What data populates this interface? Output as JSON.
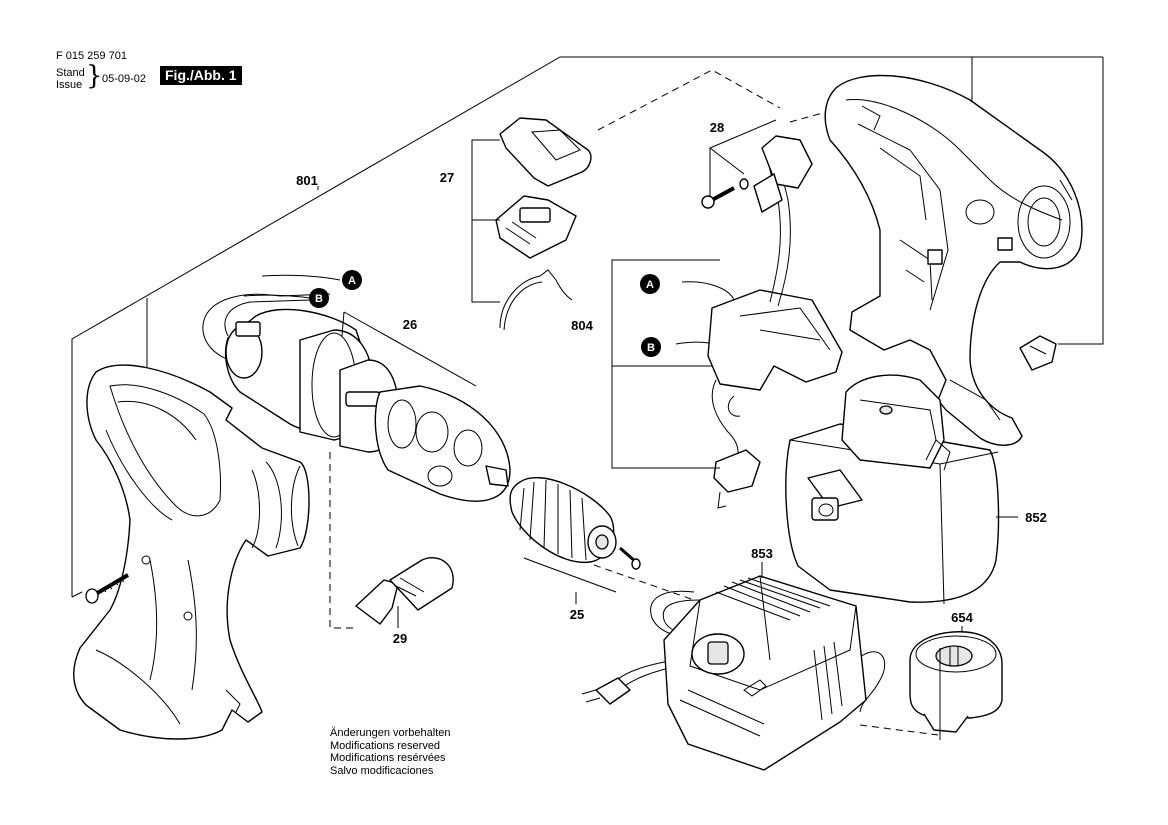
{
  "header": {
    "document_number": "F 015 259 701",
    "stand_label": "Stand",
    "issue_label": "Issue",
    "date": "05-09-02",
    "figure_label": "Fig./Abb. 1"
  },
  "parts": {
    "p801": "801",
    "p27": "27",
    "p26": "26",
    "p28": "28",
    "p804": "804",
    "p852": "852",
    "p853": "853",
    "p654": "654",
    "p25": "25",
    "p29": "29"
  },
  "connectors": {
    "a": "A",
    "b": "B"
  },
  "notes": [
    "Änderungen vorbehalten",
    "Modifications reserved",
    "Modifications resérvées",
    "Salvo modificaciones"
  ]
}
